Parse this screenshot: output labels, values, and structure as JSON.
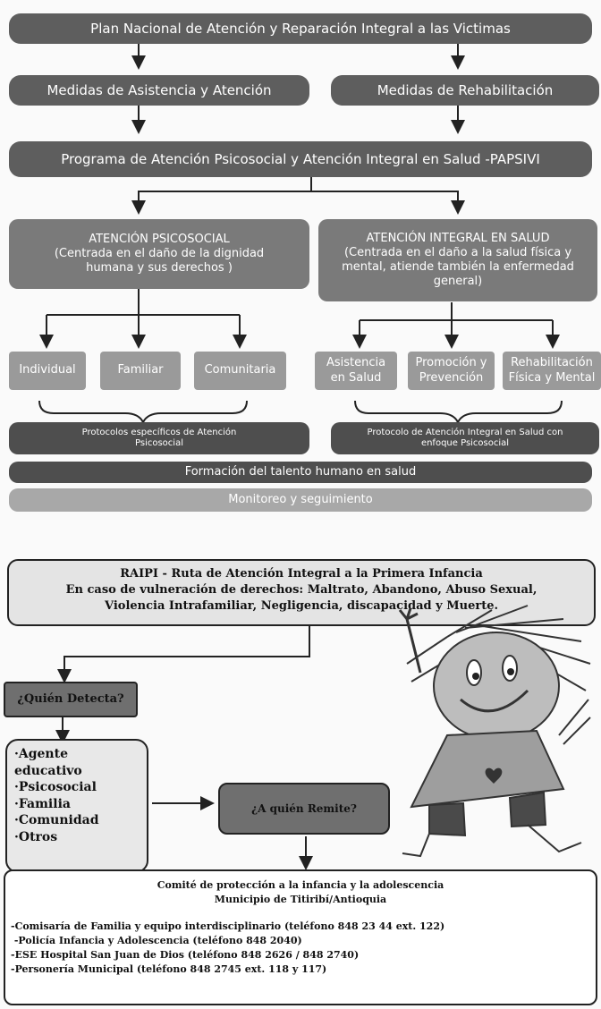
{
  "top": {
    "plan": "Plan Nacional de Atención y Reparación Integral a las Victimas",
    "asistencia": "Medidas de Asistencia y Atención",
    "rehabilitacion": "Medidas de Rehabilitación",
    "programa": "Programa de Atención Psicosocial y Atención Integral en Salud -PAPSIVI",
    "psico_title": "ATENCIÓN PSICOSOCIAL",
    "psico_desc": "(Centrada en el daño de la dignidad humana y sus derechos )",
    "salud_title": "ATENCIÓN INTEGRAL EN SALUD",
    "salud_desc": "(Centrada en el daño a la salud física y mental, atiende también la enfermedad general)",
    "psico_items": [
      "Individual",
      "Familiar",
      "Comunitaria"
    ],
    "salud_items": [
      "Asistencia en Salud",
      "Promoción y Prevención",
      "Rehabilitación Física y Mental"
    ],
    "protocolo_psico": "Protocolos específicos de Atención Psicosocial",
    "protocolo_salud": "Protocolo de Atención Integral en Salud con enfoque Psicosocial",
    "formacion": "Formación del talento humano en salud",
    "monitoreo": "Monitoreo y seguimiento"
  },
  "raipi": {
    "line1": "RAIPI - Ruta de Atención Integral a la Primera Infancia",
    "line2": "En caso de vulneración de derechos: Maltrato, Abandono, Abuso Sexual,",
    "line3": "Violencia Intrafamiliar, Negligencia, discapacidad y Muerte.",
    "quien_detecta": "¿Quién Detecta?",
    "detect_items": [
      "·Agente",
      "educativo",
      "·Psicosocial",
      "·Familia",
      "·Comunidad",
      "·Otros"
    ],
    "a_quien_remite": "¿A quién Remite?",
    "comite_title": "Comité de protección a la infancia y la adolescencia",
    "comite_sub": "Municipio de Titiribí/Antioquia",
    "contacts": [
      "-Comisaría de Familia y equipo interdisciplinario (teléfono 848 23 44 ext. 122)",
      " -Policía Infancia y Adolescencia (teléfono 848 2040)",
      "-ESE Hospital San Juan de Dios (teléfono 848 2626 / 848 2740)",
      "-Personería Municipal (teléfono 848 2745 ext. 118 y 117)"
    ]
  }
}
